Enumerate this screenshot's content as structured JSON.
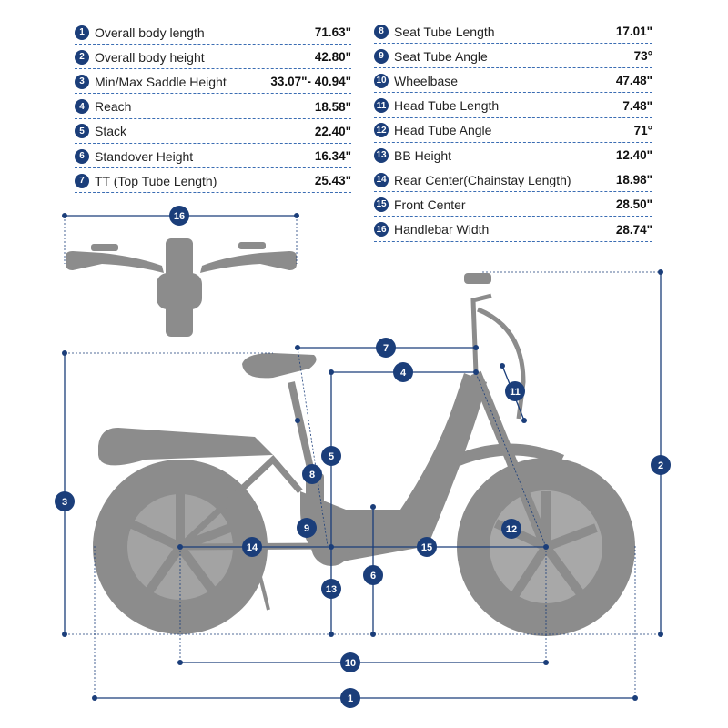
{
  "specs_left": [
    {
      "num": "1",
      "label": "Overall body length",
      "value": "71.63\""
    },
    {
      "num": "2",
      "label": "Overall body height",
      "value": "42.80\""
    },
    {
      "num": "3",
      "label": "Min/Max Saddle Height",
      "value": "33.07\"- 40.94\""
    },
    {
      "num": "4",
      "label": "Reach",
      "value": "18.58\""
    },
    {
      "num": "5",
      "label": "Stack",
      "value": "22.40\""
    },
    {
      "num": "6",
      "label": "Standover Height",
      "value": "16.34\""
    },
    {
      "num": "7",
      "label": "TT (Top Tube Length)",
      "value": "25.43\""
    }
  ],
  "specs_right": [
    {
      "num": "8",
      "label": "Seat Tube Length",
      "value": "17.01\""
    },
    {
      "num": "9",
      "label": "Seat Tube Angle",
      "value": "73°"
    },
    {
      "num": "10",
      "label": "Wheelbase",
      "value": "47.48\""
    },
    {
      "num": "11",
      "label": "Head Tube Length",
      "value": "7.48\""
    },
    {
      "num": "12",
      "label": "Head Tube Angle",
      "value": "71°"
    },
    {
      "num": "13",
      "label": "BB Height",
      "value": "12.40\""
    },
    {
      "num": "14",
      "label": "Rear Center(Chainstay Length)",
      "value": "18.98\""
    },
    {
      "num": "15",
      "label": "Front Center",
      "value": "28.50\""
    },
    {
      "num": "16",
      "label": "Handlebar Width",
      "value": "28.74\""
    }
  ],
  "markers": {
    "m1": "1",
    "m2": "2",
    "m3": "3",
    "m4": "4",
    "m5": "5",
    "m6": "6",
    "m7": "7",
    "m8": "8",
    "m9": "9",
    "m10": "10",
    "m11": "11",
    "m12": "12",
    "m13": "13",
    "m14": "14",
    "m15": "15",
    "m16": "16"
  },
  "colors": {
    "accent": "#1b3e7a",
    "bike": "#8c8c8c"
  }
}
